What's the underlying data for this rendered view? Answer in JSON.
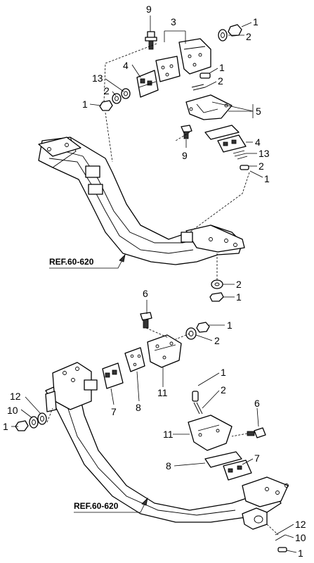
{
  "callouts": {
    "c_9_top": "9",
    "c_3": "3",
    "c_1_a": "1",
    "c_2_a": "2",
    "c_4_a": "4",
    "c_13_a": "13",
    "c_2_b": "2",
    "c_1_b": "1",
    "c_1_c": "1",
    "c_2_c": "2",
    "c_5": "5",
    "c_9_mid": "9",
    "c_4_b": "4",
    "c_13_b": "13",
    "c_2_d": "2",
    "c_1_d": "1",
    "c_2_e": "2",
    "c_1_e": "1",
    "c_6_a": "6",
    "c_1_f": "1",
    "c_2_f": "2",
    "c_7_a": "7",
    "c_8_a": "8",
    "c_11_a": "11",
    "c_12_a": "12",
    "c_10_a": "10",
    "c_1_g": "1",
    "c_1_h": "1",
    "c_2_g": "2",
    "c_6_b": "6",
    "c_11_b": "11",
    "c_8_b": "8",
    "c_7_b": "7",
    "c_12_b": "12",
    "c_10_b": "10",
    "c_1_i": "1"
  },
  "references": {
    "upper": "REF.60-620",
    "lower": "REF.60-620"
  }
}
